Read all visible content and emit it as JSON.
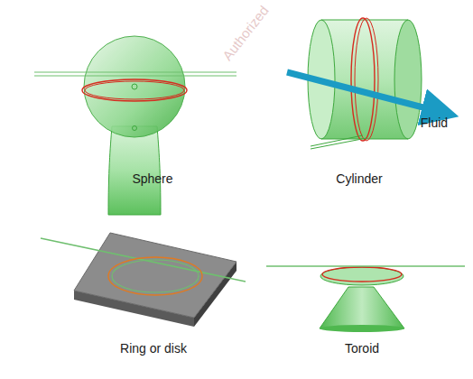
{
  "diagram": {
    "labels": [
      "Sphere",
      "Cylinder",
      "Fluid",
      "Ring or disk",
      "Toroid",
      "Authorized"
    ]
  }
}
